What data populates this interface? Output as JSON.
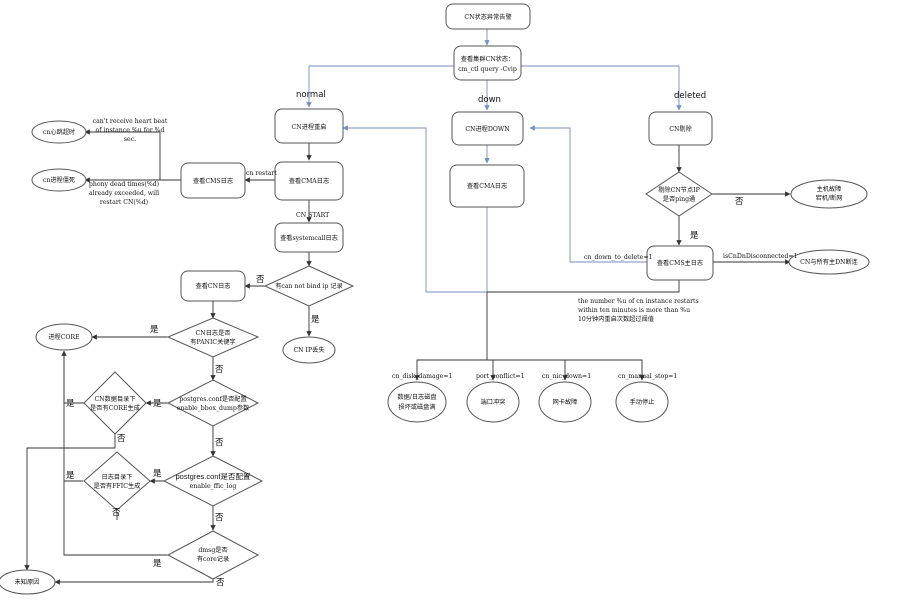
{
  "nodes": {
    "cn_alarm": "CN状态异常告警",
    "query": [
      "查看集群CN状态：",
      "cm_ctl query -Cvip"
    ],
    "cn_restart": "CN进程重启",
    "cn_down": "CN进程DOWN",
    "cn_deleted": "CN剔除",
    "cn_heartbeat": "cn心跳超时",
    "cms_log": "查看CMS日志",
    "cma_log_restart": "查看CMA日志",
    "cn_hang": "cn进程僵死",
    "systemcall_log": "查看systemcall日志",
    "cma_log_down": "查看CMA日志",
    "ping_check": [
      "剔除CN节点IP",
      "是否ping通"
    ],
    "host_fault": [
      "主机故障",
      "宕机/断网"
    ],
    "cms_main_log": "查看CMS主日志",
    "cn_dn_disconnected": "CN与所有主DN断连",
    "cn_log": "查看CN日志",
    "bind_ip_check": "有can not bind ip 记录",
    "cn_ip_lost": "CN IP丢失",
    "process_core": "进程CORE",
    "panic_check": [
      "CN日志是否",
      "有PANIC关键字"
    ],
    "core_dir_check": [
      "CN数据目录下",
      "是否有CORE生成"
    ],
    "bbox_check": [
      "postgres.conf是否配置",
      "enable_bbox_dump参数"
    ],
    "ffic_dir_check": [
      "日志目录下",
      "是否有FFIC生成"
    ],
    "ffic_check": [
      "postgres.conf是否配置",
      "enable_ffic_log"
    ],
    "dmsg_check": [
      "dmsg是否",
      "有core记录"
    ],
    "unknown": "未知原因",
    "disk_full": [
      "数据/日志磁盘",
      "损坏或磁盘满"
    ],
    "port_conflict": "端口冲突",
    "nic_fault": "网卡故障",
    "manual_stop": "手动停止"
  },
  "labels": {
    "normal": "normal",
    "down": "down",
    "deleted": "deleted",
    "heartbeat_msg": [
      "can't receive heart beat",
      "of instance %u for %d",
      "sec."
    ],
    "hang_msg": [
      "phony dead times(%d)",
      "already exceeded, will",
      "restart CN(%d)"
    ],
    "cn_restart_edge": "cn restart",
    "cn_start": "CN START",
    "cn_down_to_delete": "cn_down_to_delete=1",
    "is_disconnected": "isCnDnDisconnected=1",
    "restart_times": [
      "the number %u of cn instance restarts",
      "within ten minutes is more than %u",
      "10分钟内重启次数超过阈值"
    ],
    "cn_disk_damage": "cn_disk_damage=1",
    "port_conflict_flag": "port_conflict=1",
    "cn_nic_down": "cn_nic_down=1",
    "cn_manual_stop": "cn_manual_stop=1",
    "yes": "是",
    "no": "否"
  },
  "colors": {
    "stroke": "#555555",
    "blue_edge": "#6f8fc4",
    "text": "#111111"
  }
}
